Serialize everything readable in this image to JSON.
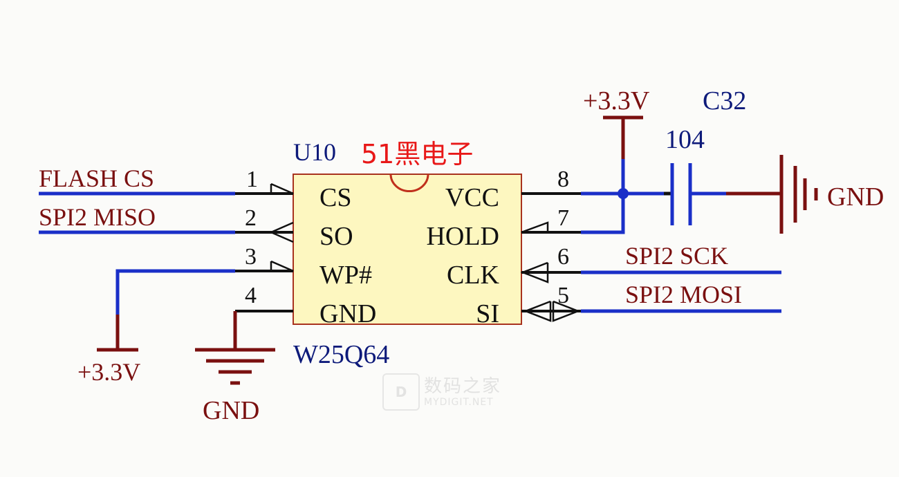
{
  "chip": {
    "designator": "U10",
    "part": "W25Q64",
    "watermark_label": "51黑电子",
    "left_pins": [
      {
        "num": "1",
        "name": "CS",
        "net": "FLASH CS"
      },
      {
        "num": "2",
        "name": "SO",
        "net": "SPI2 MISO"
      },
      {
        "num": "3",
        "name": "WP#",
        "net": "+3.3V"
      },
      {
        "num": "4",
        "name": "GND",
        "net": "GND"
      }
    ],
    "right_pins": [
      {
        "num": "8",
        "name": "VCC",
        "net": "+3.3V"
      },
      {
        "num": "7",
        "name": "HOLD",
        "net": "+3.3V"
      },
      {
        "num": "6",
        "name": "CLK",
        "net": "SPI2 SCK"
      },
      {
        "num": "5",
        "name": "SI",
        "net": "SPI2 MOSI"
      }
    ]
  },
  "capacitor": {
    "designator": "C32",
    "value": "104"
  },
  "power": {
    "vcc_top": "+3.3V",
    "vcc_wp": "+3.3V",
    "gnd_cap": "GND",
    "gnd_chip": "GND"
  },
  "watermark": {
    "cn": "数码之家",
    "en": "MYDIGIT.NET",
    "logo": "D"
  },
  "colors": {
    "wire": "#1a2fc8",
    "pin": "#111111",
    "power": "#7a1010",
    "label_net": "#7a1010",
    "designator": "#0d1a7a",
    "chip_fill": "#fdf7c0",
    "chip_border": "#a8321e",
    "red_label": "#e81818"
  }
}
